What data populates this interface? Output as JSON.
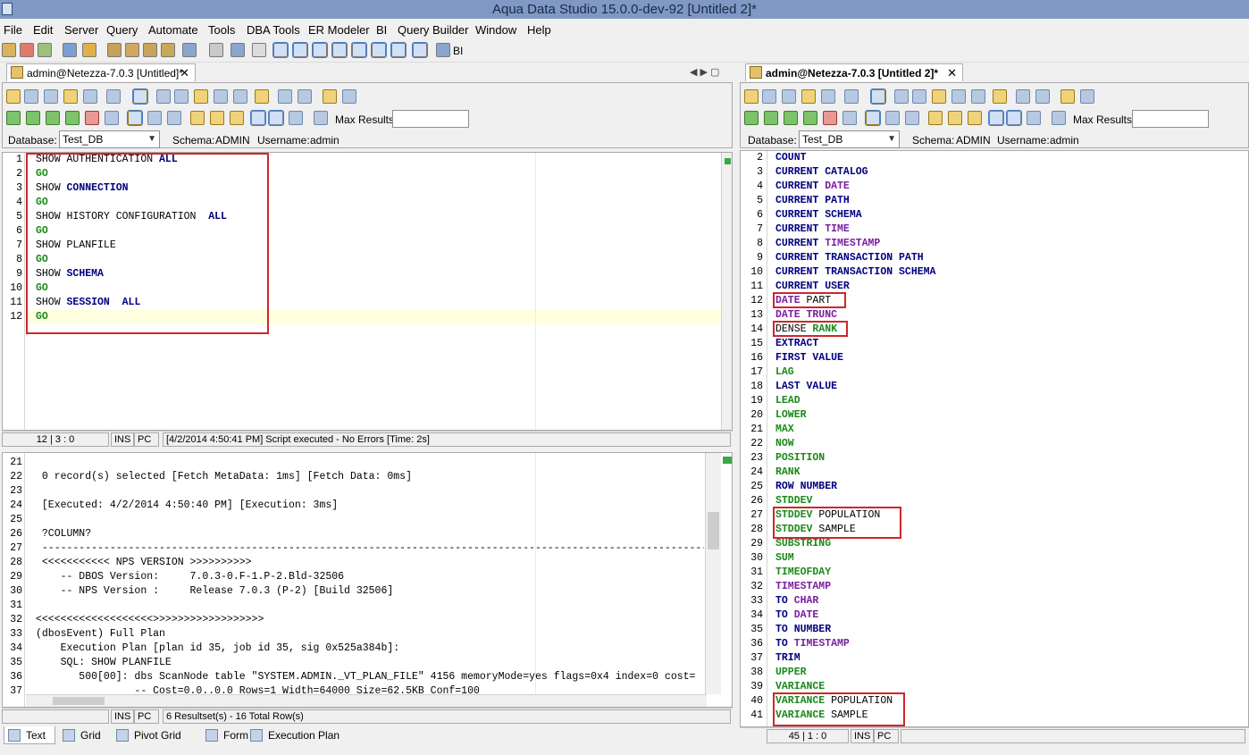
{
  "window": {
    "title": "Aqua Data Studio 15.0.0-dev-92 [Untitled 2]*"
  },
  "menu": [
    "File",
    "Edit",
    "Server",
    "Query",
    "Automate",
    "Tools",
    "DBA Tools",
    "ER Modeler",
    "BI",
    "Query Builder",
    "Window",
    "Help"
  ],
  "main_toolbar": {
    "bi_label": "BI"
  },
  "left": {
    "tab_label": "admin@Netezza-7.0.3 [Untitled]*",
    "max_results_label": "Max Results:",
    "max_results_value": "",
    "database_label": "Database:",
    "database_value": "Test_DB",
    "schema_label": "Schema:",
    "schema_value": "ADMIN",
    "username_label": "Username:",
    "username_value": "admin",
    "editor_lines": [
      {
        "n": "1",
        "tokens": [
          {
            "t": "SHOW AUTHENTICATION ",
            "c": "kw-dark"
          },
          {
            "t": "ALL",
            "c": "kw-blue"
          }
        ]
      },
      {
        "n": "2",
        "tokens": [
          {
            "t": "GO",
            "c": "kw-green"
          }
        ]
      },
      {
        "n": "3",
        "tokens": [
          {
            "t": "SHOW ",
            "c": "kw-dark"
          },
          {
            "t": "CONNECTION",
            "c": "kw-blue"
          }
        ]
      },
      {
        "n": "4",
        "tokens": [
          {
            "t": "GO",
            "c": "kw-green"
          }
        ]
      },
      {
        "n": "5",
        "tokens": [
          {
            "t": "SHOW HISTORY CONFIGURATION  ",
            "c": "kw-dark"
          },
          {
            "t": "ALL",
            "c": "kw-blue"
          }
        ]
      },
      {
        "n": "6",
        "tokens": [
          {
            "t": "GO",
            "c": "kw-green"
          }
        ]
      },
      {
        "n": "7",
        "tokens": [
          {
            "t": "SHOW PLANFILE",
            "c": "kw-dark"
          }
        ]
      },
      {
        "n": "8",
        "tokens": [
          {
            "t": "GO",
            "c": "kw-green"
          }
        ]
      },
      {
        "n": "9",
        "tokens": [
          {
            "t": "SHOW ",
            "c": "kw-dark"
          },
          {
            "t": "SCHEMA",
            "c": "kw-blue"
          }
        ]
      },
      {
        "n": "10",
        "tokens": [
          {
            "t": "GO",
            "c": "kw-green"
          }
        ]
      },
      {
        "n": "11",
        "tokens": [
          {
            "t": "SHOW ",
            "c": "kw-dark"
          },
          {
            "t": "SESSION",
            "c": "kw-blue"
          },
          {
            "t": "  ",
            "c": "kw-dark"
          },
          {
            "t": "ALL",
            "c": "kw-blue"
          }
        ]
      },
      {
        "n": "12",
        "tokens": [
          {
            "t": "GO",
            "c": "kw-green"
          }
        ]
      }
    ],
    "editor_status": {
      "pos": "12 | 3 : 0",
      "ins": "INS",
      "pc": "PC",
      "message": "[4/2/2014 4:50:41 PM] Script executed - No Errors [Time: 2s]"
    },
    "result_lines": [
      {
        "n": "21",
        "text": ""
      },
      {
        "n": "22",
        "text": " 0 record(s) selected [Fetch MetaData: 1ms] [Fetch Data: 0ms]"
      },
      {
        "n": "23",
        "text": ""
      },
      {
        "n": "24",
        "text": " [Executed: 4/2/2014 4:50:40 PM] [Execution: 3ms]"
      },
      {
        "n": "25",
        "text": ""
      },
      {
        "n": "26",
        "text": " ?COLUMN?"
      },
      {
        "n": "27",
        "text": " ----------------------------------------------------------------------------------------------------------------"
      },
      {
        "n": "28",
        "text": " <<<<<<<<<<< NPS VERSION >>>>>>>>>>"
      },
      {
        "n": "29",
        "text": "    -- DBOS Version:     7.0.3-0.F-1.P-2.Bld-32506"
      },
      {
        "n": "30",
        "text": "    -- NPS Version :     Release 7.0.3 (P-2) [Build 32506]"
      },
      {
        "n": "31",
        "text": ""
      },
      {
        "n": "32",
        "text": "<<<<<<<<<<<<<<<<<<<>>>>>>>>>>>>>>>>>>"
      },
      {
        "n": "33",
        "text": "(dbosEvent) Full Plan"
      },
      {
        "n": "34",
        "text": "    Execution Plan [plan id 35, job id 35, sig 0x525a384b]:"
      },
      {
        "n": "35",
        "text": "    SQL: SHOW PLANFILE"
      },
      {
        "n": "36",
        "text": "       500[00]: dbs ScanNode table \"SYSTEM.ADMIN._VT_PLAN_FILE\" 4156 memoryMode=yes flags=0x4 index=0 cost="
      },
      {
        "n": "37",
        "text": "                -- Cost=0.0..0.0 Rows=1 Width=64000 Size=62.5KB Conf=100"
      }
    ],
    "result_status": {
      "ins": "INS",
      "pc": "PC",
      "message": "6 Resultset(s) - 16 Total Row(s)"
    },
    "result_tabs": [
      "Text",
      "Grid",
      "Pivot Grid",
      "Form",
      "Execution Plan"
    ]
  },
  "right": {
    "tab_label": "admin@Netezza-7.0.3 [Untitled 2]*",
    "max_results_label": "Max Results:",
    "max_results_value": "",
    "database_label": "Database:",
    "database_value": "Test_DB",
    "schema_label": "Schema:",
    "schema_value": "ADMIN",
    "username_label": "Username:",
    "username_value": "admin",
    "editor_lines": [
      {
        "n": "2",
        "tokens": [
          {
            "t": "COUNT",
            "c": "kw-navy"
          }
        ]
      },
      {
        "n": "3",
        "tokens": [
          {
            "t": "CURRENT CATALOG",
            "c": "kw-navy"
          }
        ]
      },
      {
        "n": "4",
        "tokens": [
          {
            "t": "CURRENT ",
            "c": "kw-navy"
          },
          {
            "t": "DATE",
            "c": "kw-purple"
          }
        ]
      },
      {
        "n": "5",
        "tokens": [
          {
            "t": "CURRENT PATH",
            "c": "kw-navy"
          }
        ]
      },
      {
        "n": "6",
        "tokens": [
          {
            "t": "CURRENT SCHEMA",
            "c": "kw-navy"
          }
        ]
      },
      {
        "n": "7",
        "tokens": [
          {
            "t": "CURRENT ",
            "c": "kw-navy"
          },
          {
            "t": "TIME",
            "c": "kw-purple"
          }
        ]
      },
      {
        "n": "8",
        "tokens": [
          {
            "t": "CURRENT ",
            "c": "kw-navy"
          },
          {
            "t": "TIMESTAMP",
            "c": "kw-purple"
          }
        ]
      },
      {
        "n": "9",
        "tokens": [
          {
            "t": "CURRENT TRANSACTION PATH",
            "c": "kw-navy"
          }
        ]
      },
      {
        "n": "10",
        "tokens": [
          {
            "t": "CURRENT TRANSACTION SCHEMA",
            "c": "kw-navy"
          }
        ]
      },
      {
        "n": "11",
        "tokens": [
          {
            "t": "CURRENT USER",
            "c": "kw-navy"
          }
        ]
      },
      {
        "n": "12",
        "tokens": [
          {
            "t": "DATE",
            "c": "kw-purple"
          },
          {
            "t": " PART",
            "c": "kw-dark"
          }
        ]
      },
      {
        "n": "13",
        "tokens": [
          {
            "t": "DATE TRUNC",
            "c": "kw-purple"
          }
        ]
      },
      {
        "n": "14",
        "tokens": [
          {
            "t": "DENSE ",
            "c": "kw-dark"
          },
          {
            "t": "RANK",
            "c": "kw-green"
          }
        ]
      },
      {
        "n": "15",
        "tokens": [
          {
            "t": "EXTRACT",
            "c": "kw-navy"
          }
        ]
      },
      {
        "n": "16",
        "tokens": [
          {
            "t": "FIRST VALUE",
            "c": "kw-navy"
          }
        ]
      },
      {
        "n": "17",
        "tokens": [
          {
            "t": "LAG",
            "c": "kw-green"
          }
        ]
      },
      {
        "n": "18",
        "tokens": [
          {
            "t": "LAST VALUE",
            "c": "kw-navy"
          }
        ]
      },
      {
        "n": "19",
        "tokens": [
          {
            "t": "LEAD",
            "c": "kw-green"
          }
        ]
      },
      {
        "n": "20",
        "tokens": [
          {
            "t": "LOWER",
            "c": "kw-green"
          }
        ]
      },
      {
        "n": "21",
        "tokens": [
          {
            "t": "MAX",
            "c": "kw-green"
          }
        ]
      },
      {
        "n": "22",
        "tokens": [
          {
            "t": "NOW",
            "c": "kw-green"
          }
        ]
      },
      {
        "n": "23",
        "tokens": [
          {
            "t": "POSITION",
            "c": "kw-green"
          }
        ]
      },
      {
        "n": "24",
        "tokens": [
          {
            "t": "RANK",
            "c": "kw-green"
          }
        ]
      },
      {
        "n": "25",
        "tokens": [
          {
            "t": "ROW NUMBER",
            "c": "kw-navy"
          }
        ]
      },
      {
        "n": "26",
        "tokens": [
          {
            "t": "STDDEV",
            "c": "kw-green"
          }
        ]
      },
      {
        "n": "27",
        "tokens": [
          {
            "t": "STDDEV",
            "c": "kw-green"
          },
          {
            "t": " POPULATION",
            "c": "kw-dark"
          }
        ]
      },
      {
        "n": "28",
        "tokens": [
          {
            "t": "STDDEV",
            "c": "kw-green"
          },
          {
            "t": " SAMPLE",
            "c": "kw-dark"
          }
        ]
      },
      {
        "n": "29",
        "tokens": [
          {
            "t": "SUBSTRING",
            "c": "kw-green"
          }
        ]
      },
      {
        "n": "30",
        "tokens": [
          {
            "t": "SUM",
            "c": "kw-green"
          }
        ]
      },
      {
        "n": "31",
        "tokens": [
          {
            "t": "TIMEOFDAY",
            "c": "kw-green"
          }
        ]
      },
      {
        "n": "32",
        "tokens": [
          {
            "t": "TIMESTAMP",
            "c": "kw-purple"
          }
        ]
      },
      {
        "n": "33",
        "tokens": [
          {
            "t": "TO ",
            "c": "kw-navy"
          },
          {
            "t": "CHAR",
            "c": "kw-purple"
          }
        ]
      },
      {
        "n": "34",
        "tokens": [
          {
            "t": "TO ",
            "c": "kw-navy"
          },
          {
            "t": "DATE",
            "c": "kw-purple"
          }
        ]
      },
      {
        "n": "35",
        "tokens": [
          {
            "t": "TO NUMBER",
            "c": "kw-navy"
          }
        ]
      },
      {
        "n": "36",
        "tokens": [
          {
            "t": "TO ",
            "c": "kw-navy"
          },
          {
            "t": "TIMESTAMP",
            "c": "kw-purple"
          }
        ]
      },
      {
        "n": "37",
        "tokens": [
          {
            "t": "TRIM",
            "c": "kw-navy"
          }
        ]
      },
      {
        "n": "38",
        "tokens": [
          {
            "t": "UPPER",
            "c": "kw-green"
          }
        ]
      },
      {
        "n": "39",
        "tokens": [
          {
            "t": "VARIANCE",
            "c": "kw-green"
          }
        ]
      },
      {
        "n": "40",
        "tokens": [
          {
            "t": "VARIANCE",
            "c": "kw-green"
          },
          {
            "t": " POPULATION",
            "c": "kw-dark"
          }
        ]
      },
      {
        "n": "41",
        "tokens": [
          {
            "t": "VARIANCE",
            "c": "kw-green"
          },
          {
            "t": " SAMPLE",
            "c": "kw-dark"
          }
        ]
      }
    ],
    "editor_status": {
      "pos": "45 | 1 : 0",
      "ins": "INS",
      "pc": "PC"
    }
  }
}
